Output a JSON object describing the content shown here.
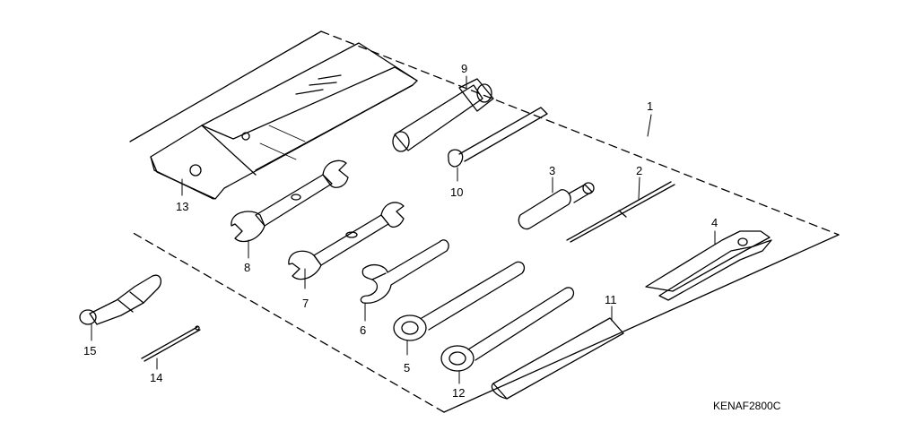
{
  "diagram_code": "KENAF2800C",
  "callouts": [
    {
      "part": "tool-kit-outline",
      "number": "1"
    },
    {
      "part": "feeler-pin",
      "number": "2"
    },
    {
      "part": "screwdriver",
      "number": "3"
    },
    {
      "part": "pliers",
      "number": "4"
    },
    {
      "part": "ring-wrench-5",
      "number": "5"
    },
    {
      "part": "spanner-hook-wrench",
      "number": "6"
    },
    {
      "part": "open-end-wrench-7",
      "number": "7"
    },
    {
      "part": "open-end-wrench-8",
      "number": "8"
    },
    {
      "part": "spark-plug-socket-wrench",
      "number": "9"
    },
    {
      "part": "small-wrench-10",
      "number": "10"
    },
    {
      "part": "tool-strap",
      "number": "11"
    },
    {
      "part": "ring-wrench-12",
      "number": "12"
    },
    {
      "part": "tool-bag",
      "number": "13"
    },
    {
      "part": "screwdriver-pin",
      "number": "14"
    },
    {
      "part": "screwdriver-handle",
      "number": "15"
    }
  ]
}
